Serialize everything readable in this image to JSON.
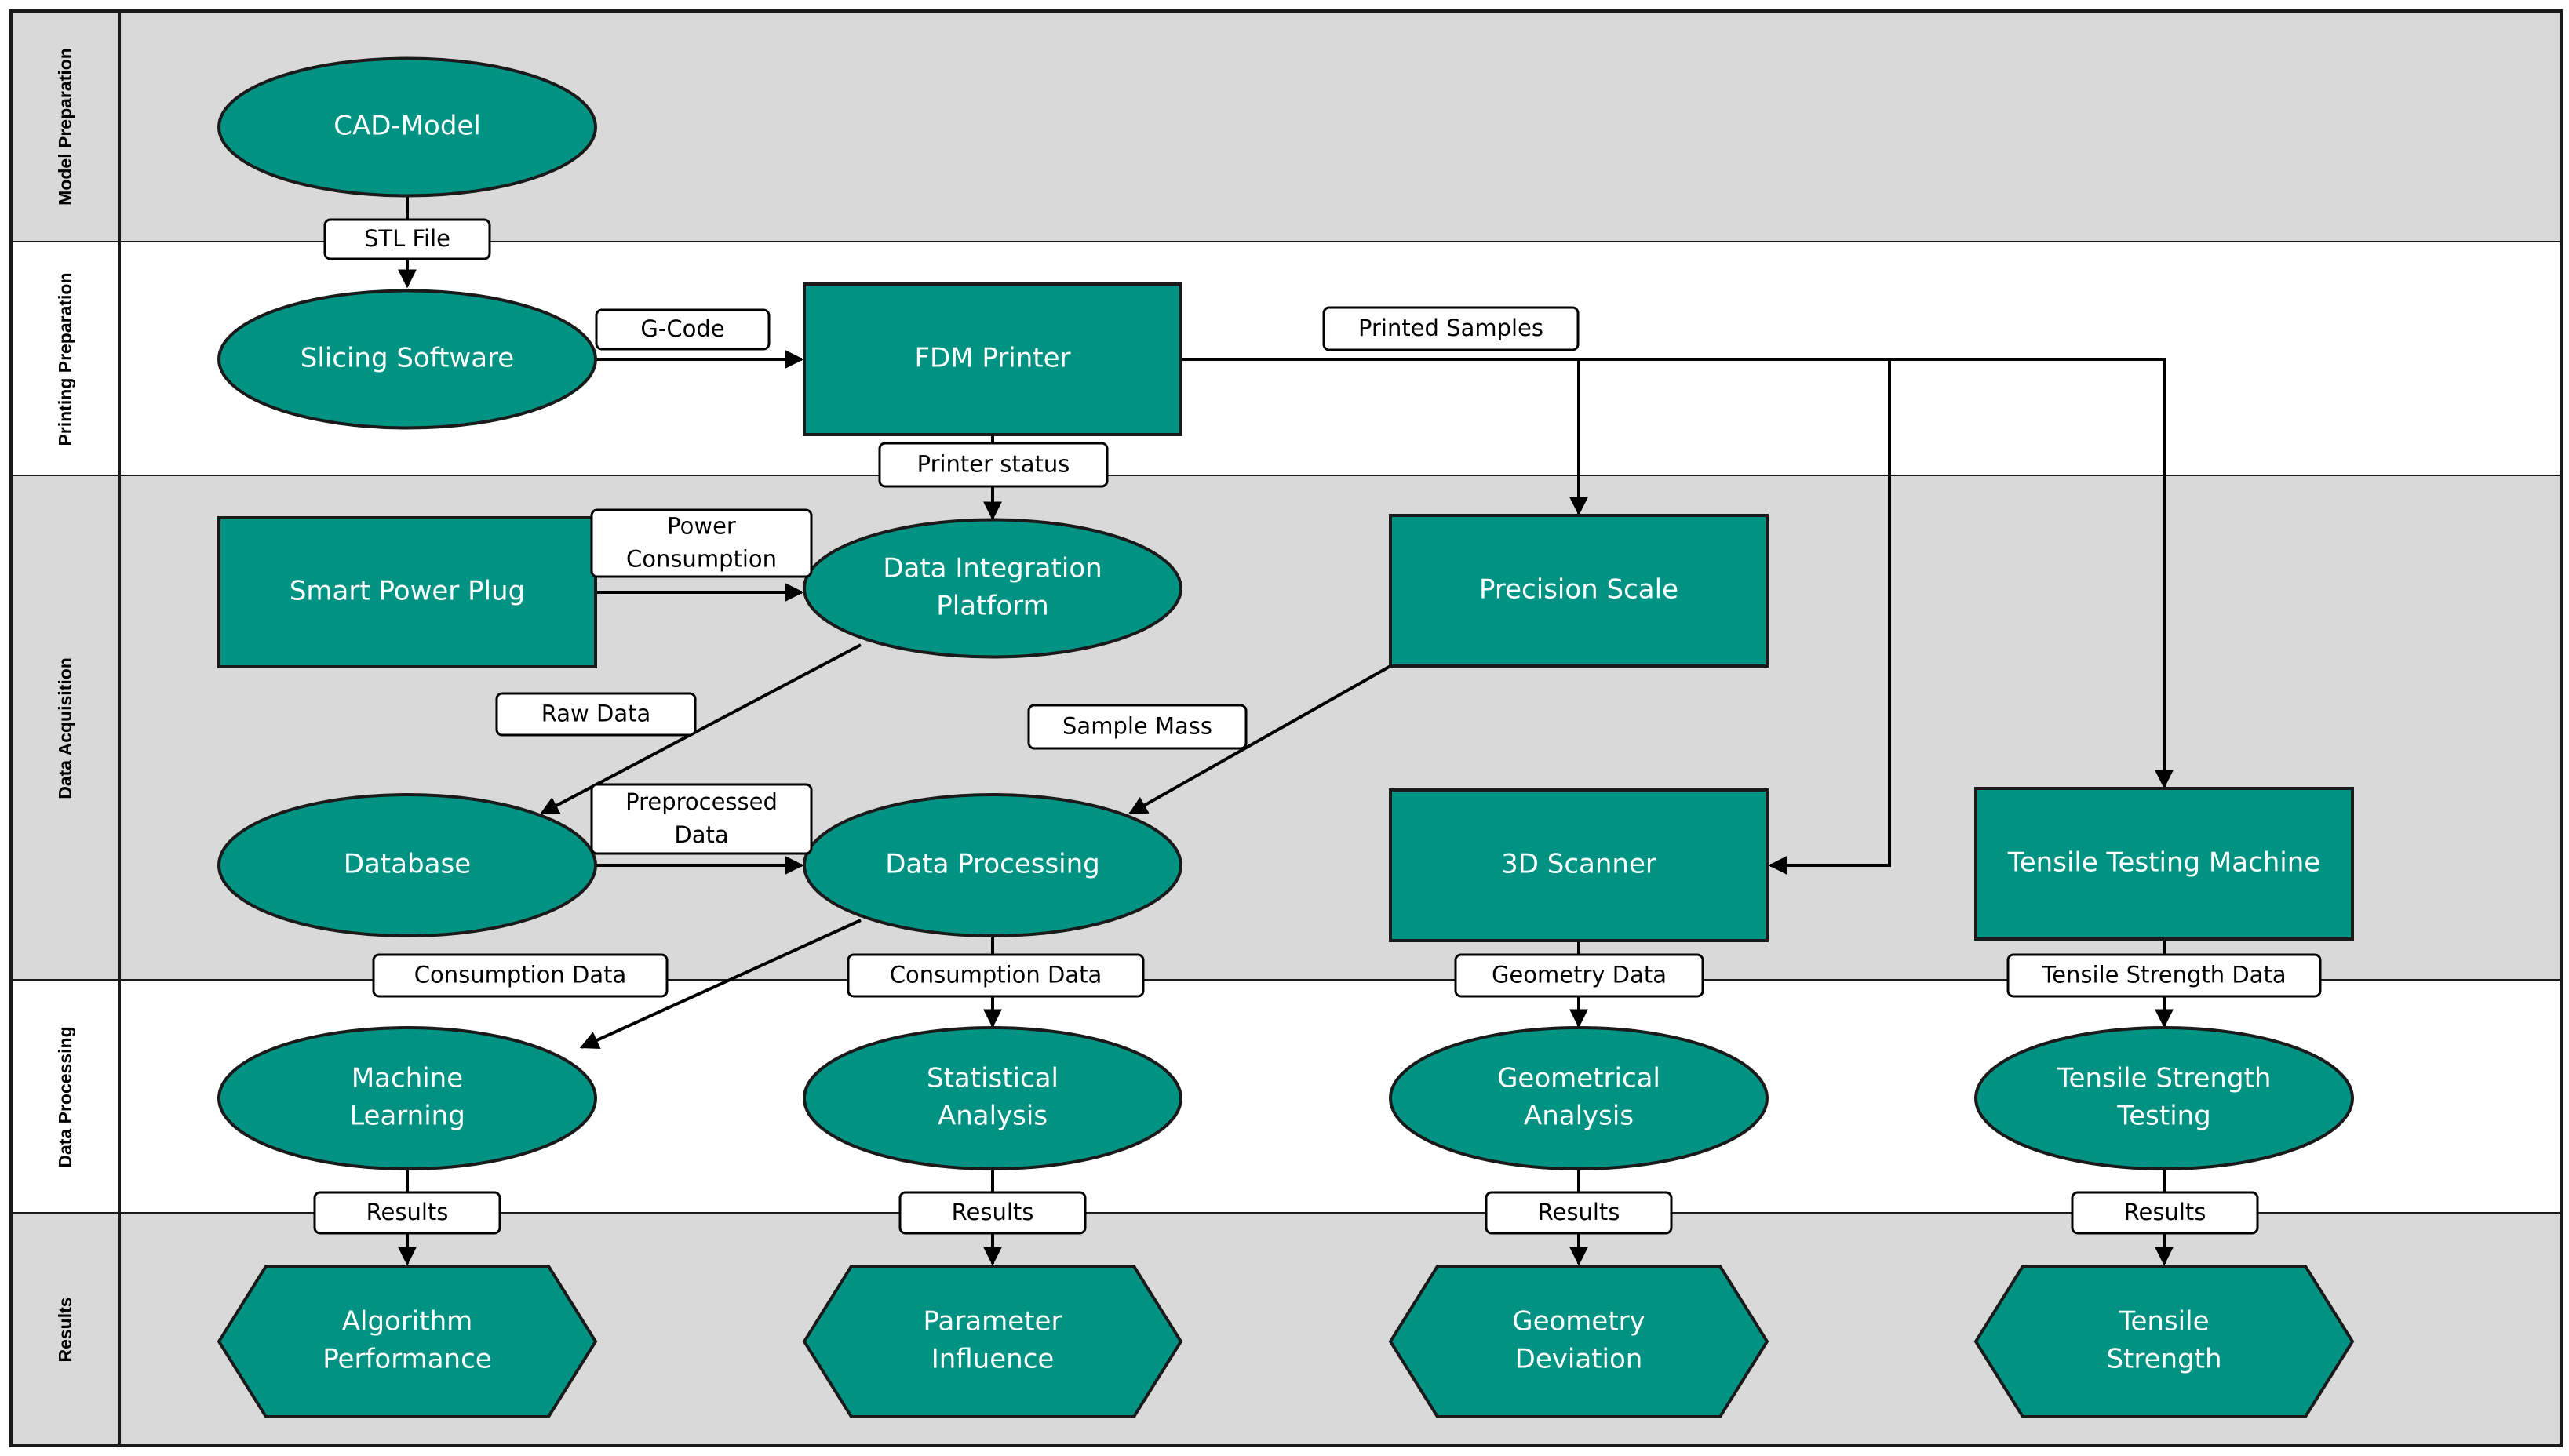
{
  "colors": {
    "node_fill": "#009383",
    "lane_gray": "#d9d9d9",
    "lane_white": "#ffffff",
    "line": "#000000"
  },
  "lanes": [
    {
      "id": "model_prep",
      "label": "Model Preparation",
      "fill": "#d9d9d9"
    },
    {
      "id": "print_prep",
      "label": "Printing Preparation",
      "fill": "#ffffff"
    },
    {
      "id": "data_acq",
      "label": "Data Acquisition",
      "fill": "#d9d9d9"
    },
    {
      "id": "data_proc",
      "label": "Data Processing",
      "fill": "#ffffff"
    },
    {
      "id": "results",
      "label": "Results",
      "fill": "#d9d9d9"
    }
  ],
  "nodes": [
    {
      "id": "cad",
      "shape": "ellipse",
      "lines": [
        "CAD-Model"
      ]
    },
    {
      "id": "slicing",
      "shape": "ellipse",
      "lines": [
        "Slicing Software"
      ]
    },
    {
      "id": "fdm",
      "shape": "rect",
      "lines": [
        "FDM Printer"
      ]
    },
    {
      "id": "plug",
      "shape": "rect",
      "lines": [
        "Smart Power Plug"
      ]
    },
    {
      "id": "dip",
      "shape": "ellipse",
      "lines": [
        "Data Integration",
        "Platform"
      ]
    },
    {
      "id": "scale",
      "shape": "rect",
      "lines": [
        "Precision Scale"
      ]
    },
    {
      "id": "db",
      "shape": "ellipse",
      "lines": [
        "Database"
      ]
    },
    {
      "id": "dproc",
      "shape": "ellipse",
      "lines": [
        "Data Processing"
      ]
    },
    {
      "id": "scanner",
      "shape": "rect",
      "lines": [
        "3D Scanner"
      ]
    },
    {
      "id": "tensile_machine",
      "shape": "rect",
      "lines": [
        "Tensile Testing Machine"
      ]
    },
    {
      "id": "ml",
      "shape": "ellipse",
      "lines": [
        "Machine",
        "Learning"
      ]
    },
    {
      "id": "stat",
      "shape": "ellipse",
      "lines": [
        "Statistical",
        "Analysis"
      ]
    },
    {
      "id": "geo",
      "shape": "ellipse",
      "lines": [
        "Geometrical",
        "Analysis"
      ]
    },
    {
      "id": "tst",
      "shape": "ellipse",
      "lines": [
        "Tensile Strength",
        "Testing"
      ]
    },
    {
      "id": "alg",
      "shape": "hexagon",
      "lines": [
        "Algorithm",
        "Performance"
      ]
    },
    {
      "id": "param",
      "shape": "hexagon",
      "lines": [
        "Parameter",
        "Influence"
      ]
    },
    {
      "id": "geodev",
      "shape": "hexagon",
      "lines": [
        "Geometry",
        "Deviation"
      ]
    },
    {
      "id": "tstr",
      "shape": "hexagon",
      "lines": [
        "Tensile",
        "Strength"
      ]
    }
  ],
  "edge_labels": [
    {
      "id": "stl",
      "lines": [
        "STL File"
      ]
    },
    {
      "id": "gcode",
      "lines": [
        "G-Code"
      ]
    },
    {
      "id": "printed",
      "lines": [
        "Printed Samples"
      ]
    },
    {
      "id": "pstatus",
      "lines": [
        "Printer status"
      ]
    },
    {
      "id": "power",
      "lines": [
        "Power",
        "Consumption"
      ]
    },
    {
      "id": "raw",
      "lines": [
        "Raw Data"
      ]
    },
    {
      "id": "mass",
      "lines": [
        "Sample Mass"
      ]
    },
    {
      "id": "prep",
      "lines": [
        "Preprocessed",
        "Data"
      ]
    },
    {
      "id": "cons1",
      "lines": [
        "Consumption Data"
      ]
    },
    {
      "id": "cons2",
      "lines": [
        "Consumption Data"
      ]
    },
    {
      "id": "geodata",
      "lines": [
        "Geometry Data"
      ]
    },
    {
      "id": "tsdata",
      "lines": [
        "Tensile Strength Data"
      ]
    },
    {
      "id": "res1",
      "lines": [
        "Results"
      ]
    },
    {
      "id": "res2",
      "lines": [
        "Results"
      ]
    },
    {
      "id": "res3",
      "lines": [
        "Results"
      ]
    },
    {
      "id": "res4",
      "lines": [
        "Results"
      ]
    }
  ]
}
